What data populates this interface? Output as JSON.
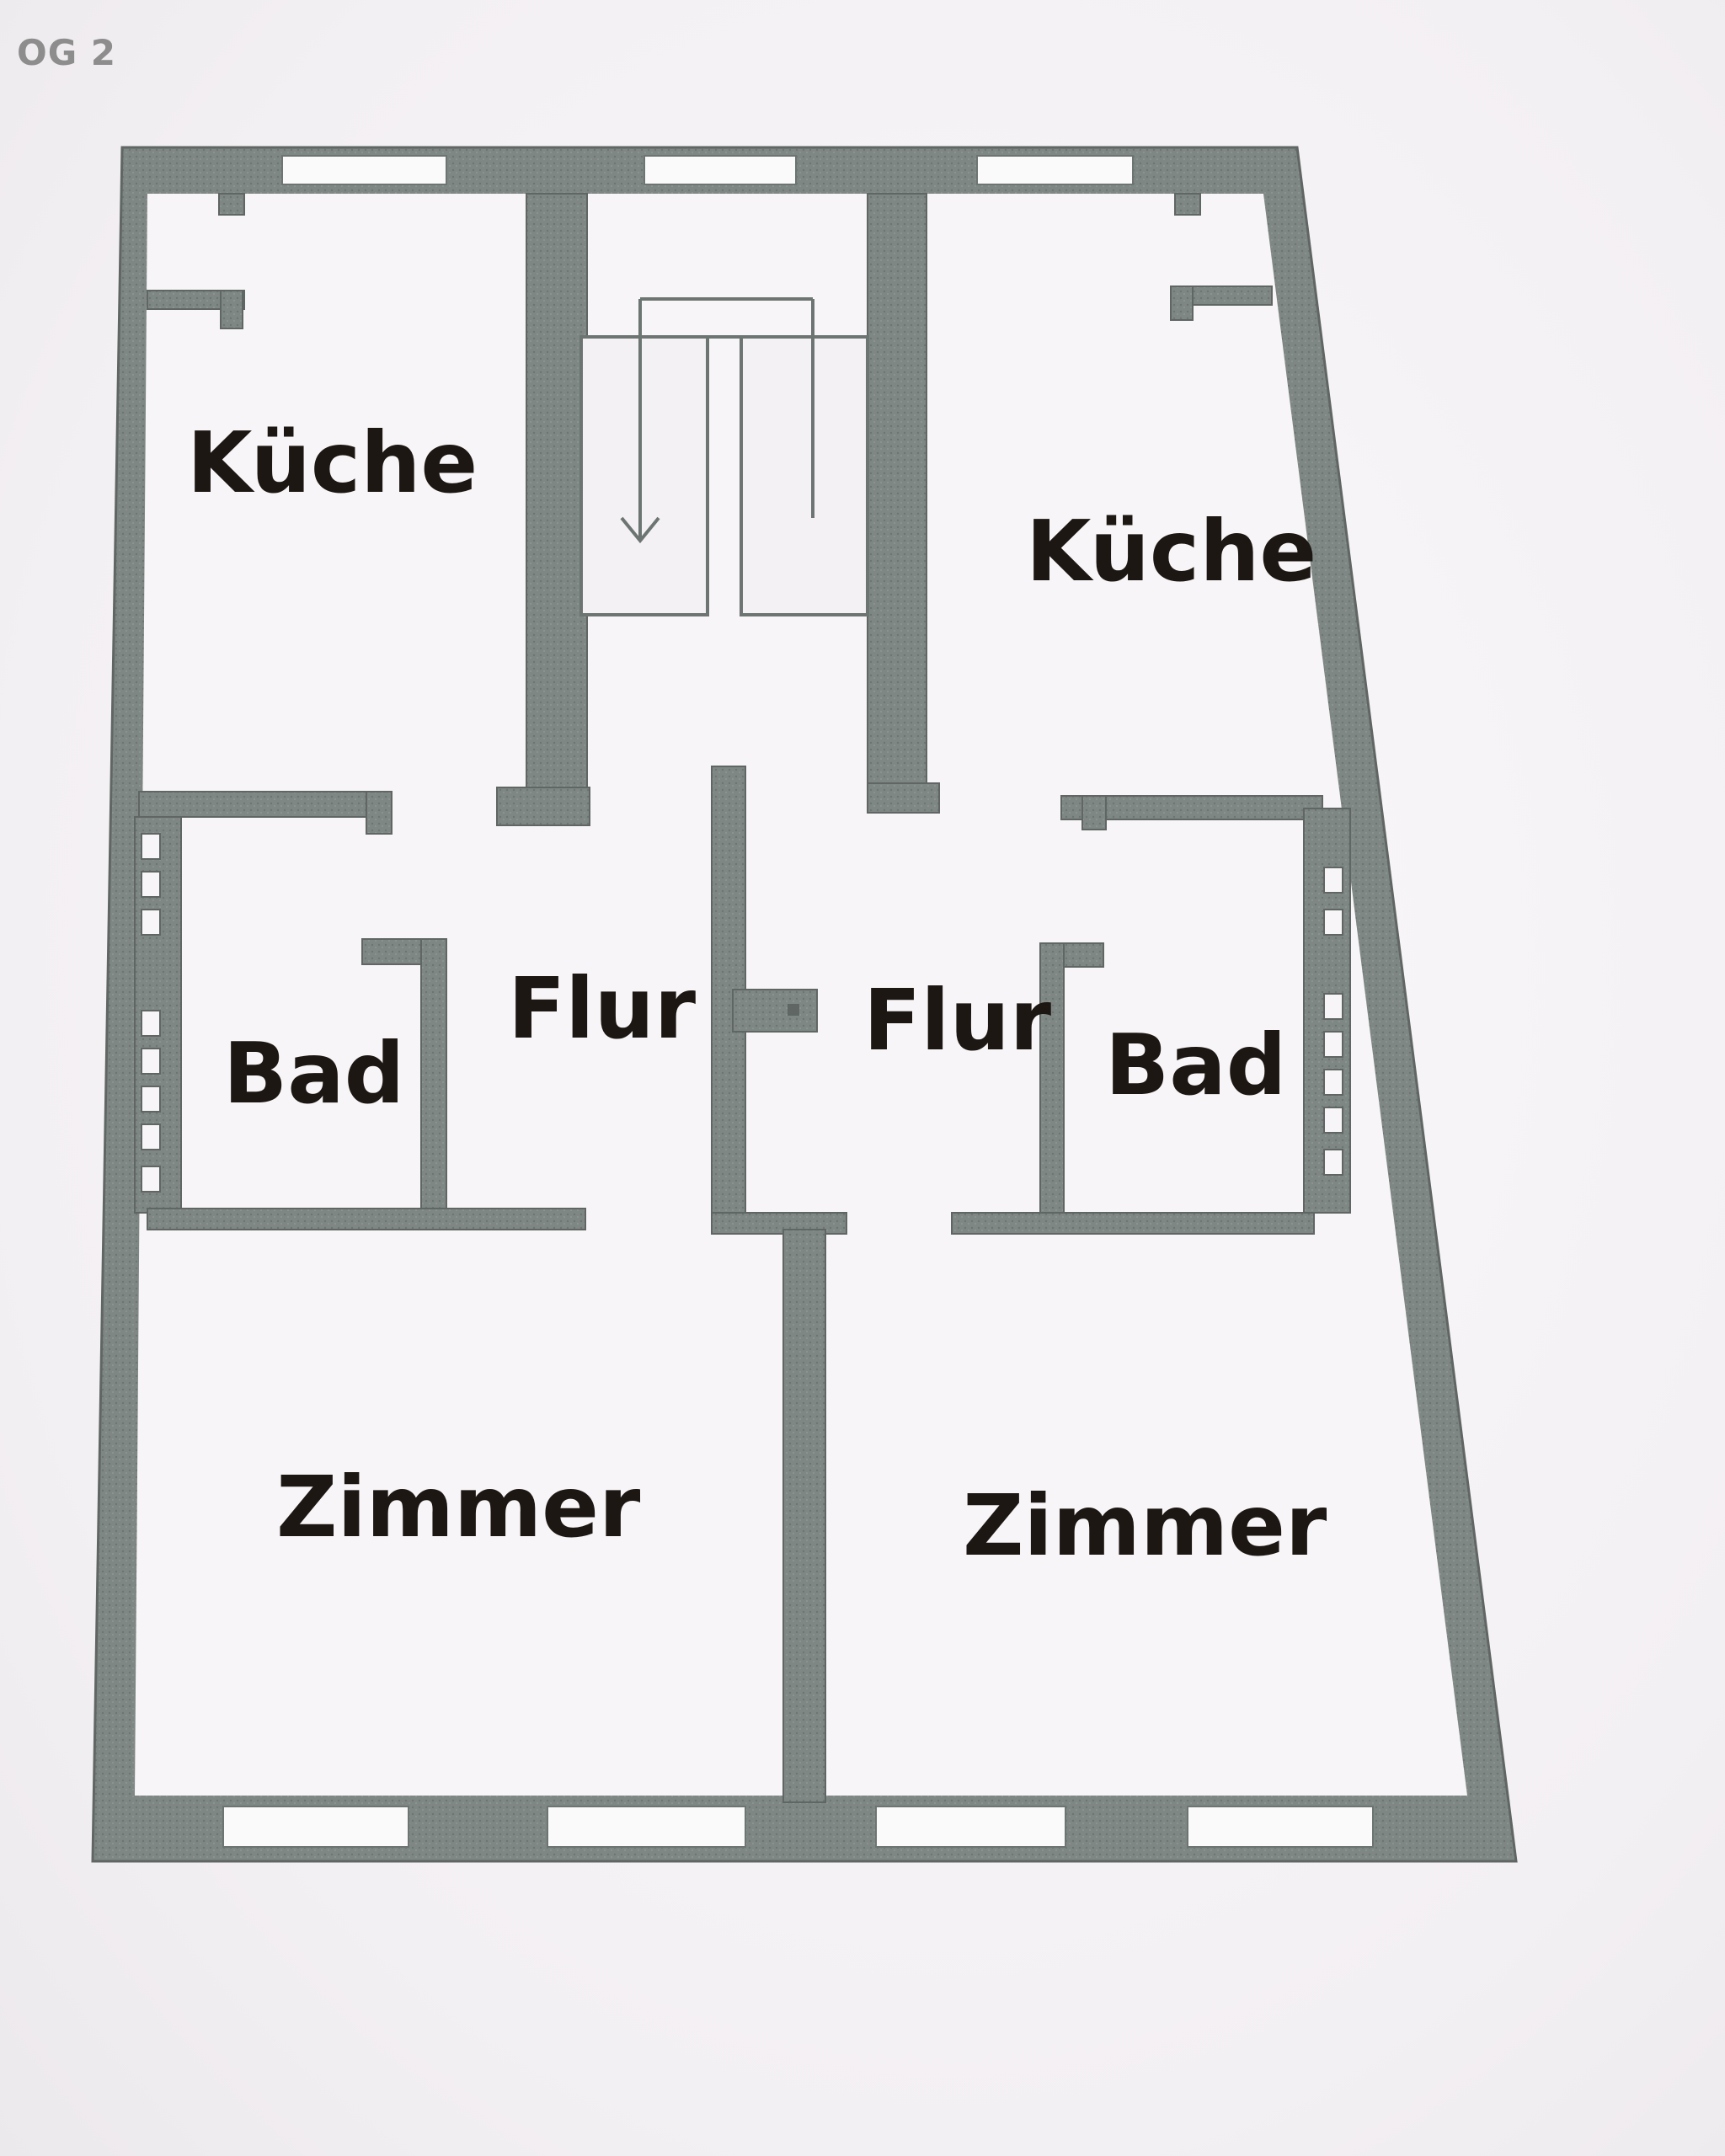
{
  "floor_label": "OG 2",
  "colors": {
    "wall": "#7f8784",
    "wall_edge": "#5f6663",
    "floor": "#f7f5f7",
    "window": "#fbfafb",
    "text": "#1d1713",
    "floor_label": "#8d8d8d"
  },
  "rooms": {
    "kitchen_left": "Küche",
    "kitchen_right": "Küche",
    "hall_left": "Flur",
    "hall_right": "Flur",
    "bath_left": "Bad",
    "bath_right": "Bad",
    "room_left": "Zimmer",
    "room_right": "Zimmer"
  },
  "icons": {
    "stair_arrow": "arrow-down-icon",
    "chimney": "chimney-icon"
  }
}
